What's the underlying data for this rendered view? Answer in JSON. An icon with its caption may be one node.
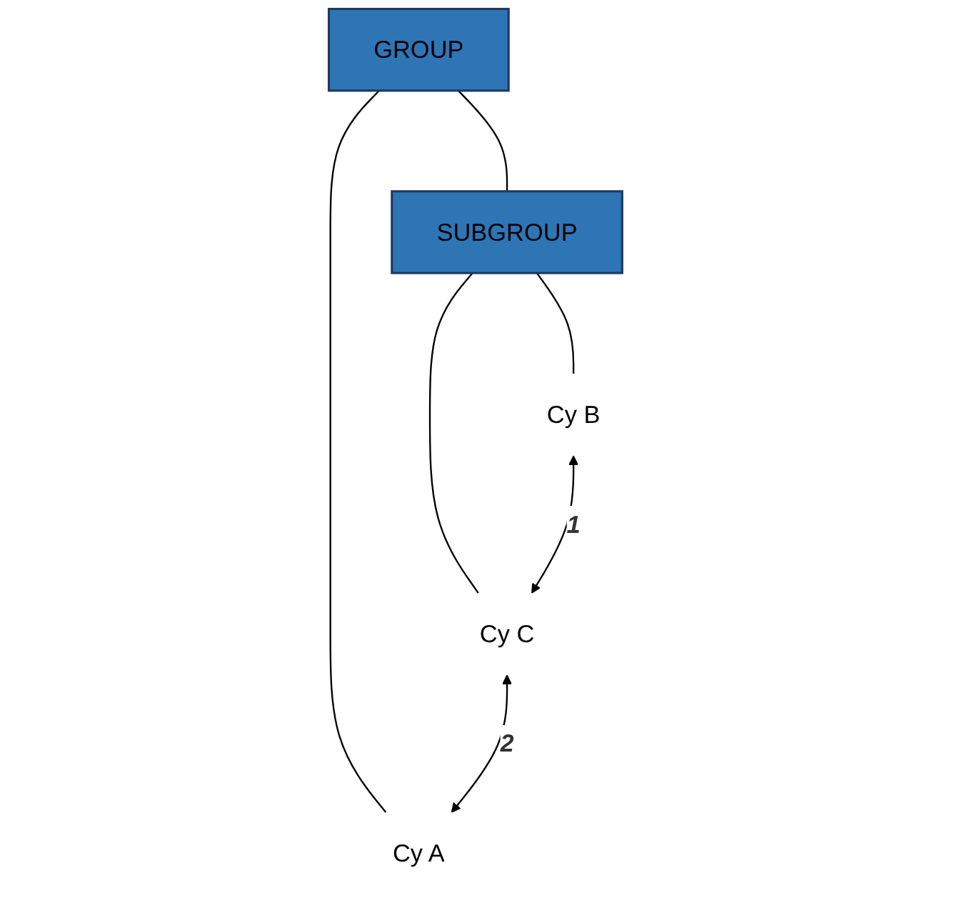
{
  "diagram": {
    "nodes": [
      {
        "text": [
          "GROUP"
        ]
      },
      {
        "text": [
          "SUBGROUP"
        ]
      },
      {
        "text": [
          "Cy A"
        ]
      },
      {
        "text": [
          "Cy B"
        ]
      },
      {
        "text": [
          "Cy C"
        ]
      }
    ],
    "edges": [
      {
        "from": 0,
        "to": 1,
        "arrow": "none"
      },
      {
        "from": 0,
        "to": 2,
        "arrow": "none"
      },
      {
        "from": 1,
        "to": 3,
        "arrow": "none"
      },
      {
        "from": 1,
        "to": 4,
        "arrow": "none"
      },
      {
        "from": 3,
        "to": 4,
        "arrow": "both",
        "label": "1"
      },
      {
        "from": 4,
        "to": 2,
        "arrow": "both",
        "label": "2"
      }
    ]
  }
}
